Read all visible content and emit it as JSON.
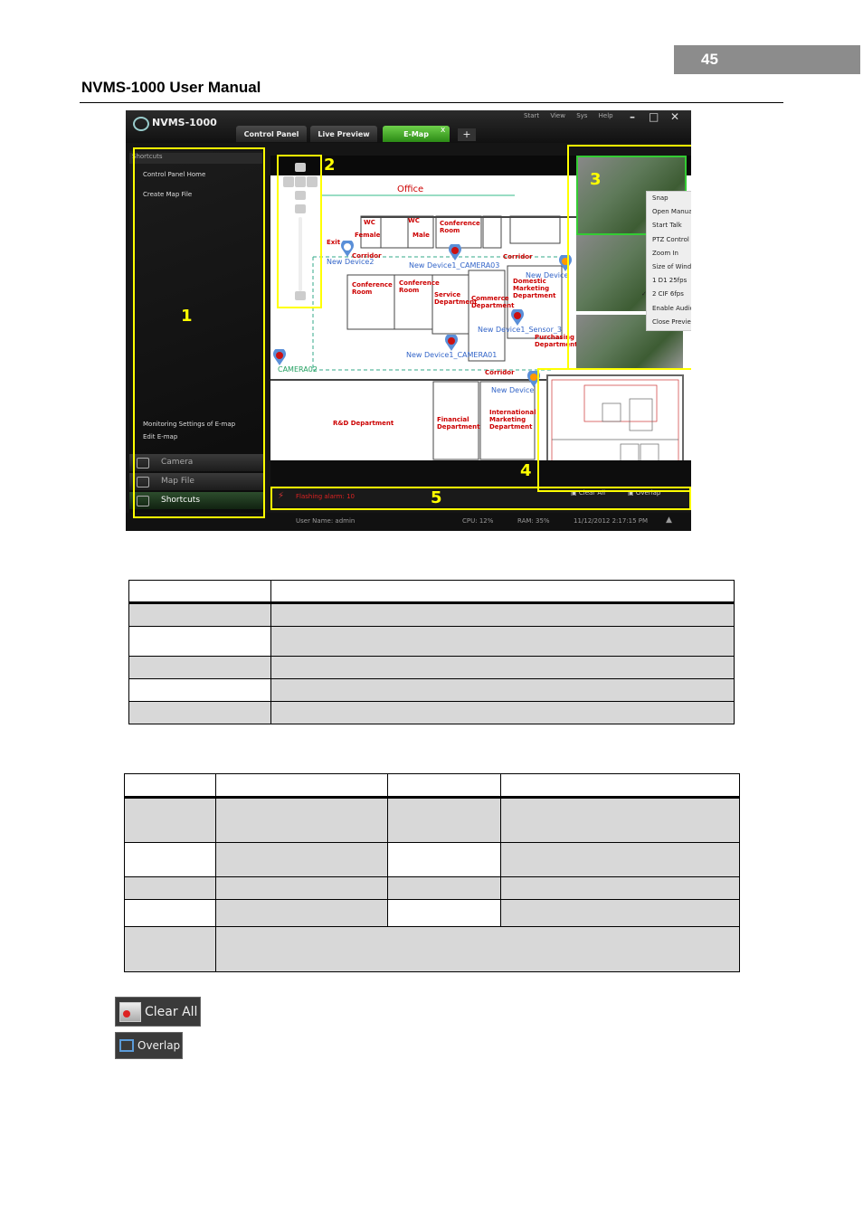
{
  "page": {
    "number": "45",
    "doc_title": "NVMS-1000 User Manual"
  },
  "app": {
    "name": "NVMS-1000",
    "menus": [
      "Start",
      "View",
      "Sys",
      "Help"
    ],
    "tabs": [
      "Control Panel",
      "Live Preview",
      "E-Map"
    ],
    "sidebar": {
      "header": "Shortcuts",
      "items_top": [
        "Control Panel Home",
        "Create Map File"
      ],
      "items_bottom": [
        "Monitoring Settings of E-map",
        "Edit E-map"
      ],
      "tabs": [
        "Camera",
        "Map File",
        "Shortcuts"
      ]
    },
    "map": {
      "title": "Office",
      "rooms": [
        "WC",
        "WC",
        "Female",
        "Male",
        "Conference Room",
        "Exit",
        "Corridor",
        "Corridor",
        "Conference Room",
        "Conference Room",
        "Service Department",
        "Commerce Department",
        "Domestic Marketing Department",
        "Purchasing Department",
        "Corridor",
        "R&D Department",
        "Financial Department",
        "International Marketing Department"
      ],
      "device_labels": [
        "New Device2",
        "New Device1_CAMERA03",
        "New Device",
        "New Device1_Sensor_3",
        "New Device1_CAMERA01",
        "CAMERA02",
        "New Device"
      ]
    },
    "context_menu": [
      "Snap",
      "Open Manual Recording",
      "Start Talk",
      "PTZ Control",
      "Zoom In",
      "Size of Window",
      "1 D1 25fps",
      "2 CIF 6fps",
      "Enable Audio",
      "Close Preview"
    ],
    "context_checked": "2 CIF 6fps",
    "alarm_text": "Flashing alarm: 10",
    "bottom_buttons": [
      "Clear All",
      "Overlap"
    ],
    "status": {
      "user": "User Name: admin",
      "cpu": "CPU: 12%",
      "ram": "RAM: 35%",
      "datetime": "11/12/2012 2:17:15 PM"
    },
    "region_numbers": [
      "1",
      "2",
      "3",
      "4",
      "5"
    ]
  },
  "buttons": {
    "clear_all": "Clear All",
    "overlap": "Overlap"
  },
  "colors": {
    "pagenum_bg": "#8c8c8c",
    "highlight": "#ffff00",
    "row_gray": "#d8d8d8",
    "active_tab": "#4fb32e"
  }
}
